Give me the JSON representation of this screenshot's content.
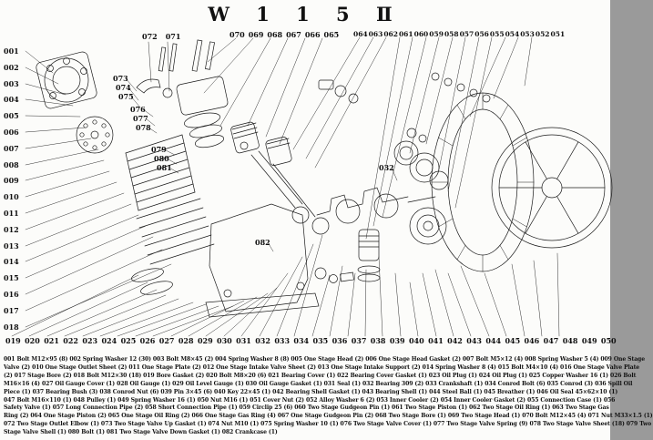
{
  "title": "W 1 1 5 Ⅱ",
  "callouts": {
    "left": [
      "001",
      "002",
      "003",
      "004",
      "005",
      "006",
      "007",
      "008",
      "009",
      "010",
      "011",
      "012",
      "013",
      "014",
      "015",
      "016",
      "017",
      "018"
    ],
    "top_extra": [
      "072",
      "071"
    ],
    "top_group1": [
      "070",
      "069",
      "068",
      "067",
      "066",
      "065"
    ],
    "top_group2": [
      "064",
      "063",
      "062",
      "061",
      "060",
      "059",
      "058",
      "057",
      "056",
      "055",
      "054",
      "053",
      "052",
      "051"
    ],
    "bottom": [
      "019",
      "020",
      "021",
      "022",
      "023",
      "024",
      "025",
      "026",
      "027",
      "028",
      "029",
      "030",
      "031",
      "032",
      "033",
      "034",
      "035",
      "036",
      "037",
      "038",
      "039",
      "040",
      "041",
      "042",
      "043",
      "044",
      "045",
      "046",
      "047",
      "048",
      "049",
      "050"
    ],
    "inner": {
      "i073": "073",
      "i074": "074",
      "i075": "075",
      "i076": "076",
      "i077": "077",
      "i078": "078",
      "i079": "079",
      "i080": "080",
      "i081": "081",
      "i082": "082",
      "i032": "032"
    }
  },
  "parts_list": {
    "lines": [
      "001 Bolt M12×95 (8) 002 Spring Washer 12 (30) 003 Bolt M8×45 (2) 004 Spring Washer 8 (8) 005 One Stage Head (2) 006 One Stage Head Gasket (2) 007 Bolt M5×12 (4) 008 Spring Washer 5 (4) 009 One Stage",
      "Valve (2) 010 One Stage Outlet Sheet (2) 011 One Stage Plate (2) 012 One Stage Intake Valve Sheet (2) 013 One Stage Intake Support (2) 014 Spring Washer 8 (4) 015 Bolt M4×10 (4) 016 One Stage Valve Plate",
      "(2) 017 Stage Bore (2) 018 Bolt M12×30 (18) 019 Bore Gasket (2) 020 Bolt M8×20 (6) 021 Bearing Cover (1) 022 Bearing Cover Gasket (1) 023 Oil Plug (1) 024 Oil Plug (1) 025 Copper Washer 16 (1) 026 Bolt",
      "M16×16 (4) 027 Oil Gauge Cover (1) 028 Oil Gauge (1) 029 Oil Level Gauge (1) 030 Oil Gauge Gasket (1) 031 Seal (1) 032 Bearing 309 (2) 033 Crankshaft (1) 034 Conrod Bolt (6) 035 Conrod (3) 036 Spill Oil",
      "Piece (1) 037 Bearing Bush (3) 038 Conrod Nut (6) 039 Pin 3×45 (6) 040 Key 22×45 (1) 042 Bearing Shell Gasket (1) 043 Bearing Shell (1) 044 Steel Ball (1) 045 Breather (1) 046 Oil Seal 45×62×10 (1)",
      "047 Bolt M16×110 (1) 048 Pulley (1) 049 Spring Washer 16 (1) 050 Nut M16 (1) 051 Cover Nut (2) 052 Alloy Washer 6 (2) 053 Inner Cooler (2) 054 Inner Cooler Gasket (2) 055 Connection Case (1) 056",
      "Safety Valve (1) 057 Long Connection Pipe (2) 058 Short Connection Pipe (1) 059 Circlip 25 (6) 060 Two Stage Gudgeon Pin (1) 061 Two Stage Piston (1) 062 Two Stage Oil Ring (1) 063 Two Stage Gas",
      "Ring (2) 064 One Stage Piston (2) 065 One Stage Oil Ring (2) 066 One Stage Gas Ring (4) 067 One Stage Gudgeon Pin (2) 068 Two Stage Bore (1) 069 Two Stage Head (1) 070 Bolt M12×45 (4) 071 Nut M33×1.5 (1)",
      "072 Two Stage Outlet Elbow (1) 073 Two Stage Valve Up Gasket (1) 074 Nut M10 (1) 075 Spring Washer 10 (1) 076 Two Stage Valve Cover (1) 077 Two Stage Valve Spring (9) 078 Two Stage Valve Sheet (18) 079 Two",
      "Stage Valve Shell (1) 080 Bolt (1) 081 Two Stage Valve Down Gasket (1) 082 Crankcase (1)"
    ]
  }
}
